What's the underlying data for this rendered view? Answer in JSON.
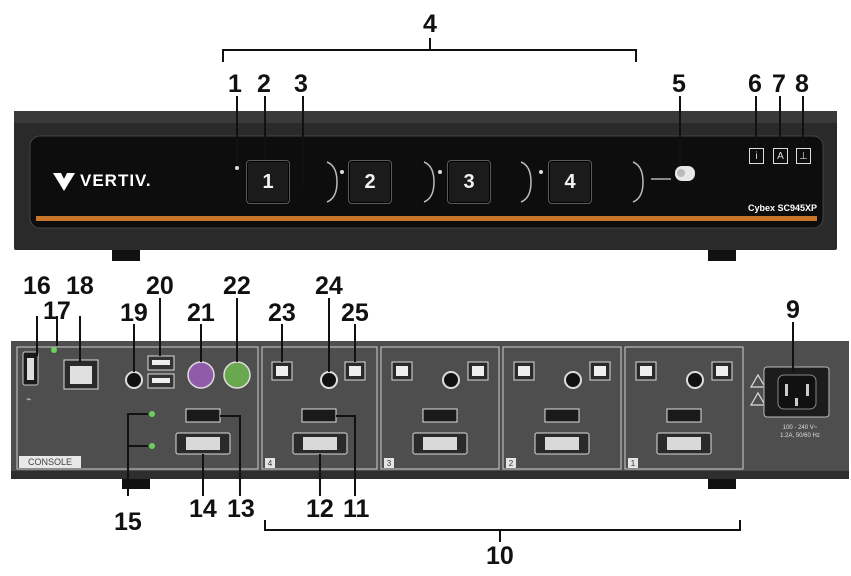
{
  "front_panel": {
    "brand": "VERTIV.",
    "model": "Cybex SC945XP",
    "buttons": [
      "1",
      "2",
      "3",
      "4"
    ],
    "indicators": [
      "i",
      "A",
      "⊥"
    ]
  },
  "rear_panel": {
    "console_label": "CONSOLE",
    "section_numbers": [
      "4",
      "3",
      "2",
      "1"
    ],
    "power_rating": [
      "100 - 240 V~",
      "1.2A, 50/60 Hz"
    ]
  },
  "callouts": {
    "c1": "1",
    "c2": "2",
    "c3": "3",
    "c4": "4",
    "c5": "5",
    "c6": "6",
    "c7": "7",
    "c8": "8",
    "c9": "9",
    "c10": "10",
    "c11": "11",
    "c12": "12",
    "c13": "13",
    "c14": "14",
    "c15": "15",
    "c16": "16",
    "c17": "17",
    "c18": "18",
    "c19": "19",
    "c20": "20",
    "c21": "21",
    "c22": "22",
    "c23": "23",
    "c24": "24",
    "c25": "25"
  },
  "colors": {
    "chassis": "#1c1c1c",
    "front_face": "#0b0b0b",
    "accent_strip": "#c8752a",
    "rear_panel": "#555555",
    "ps2_keyboard": "#8e5ca8",
    "ps2_mouse": "#6aa84f"
  }
}
